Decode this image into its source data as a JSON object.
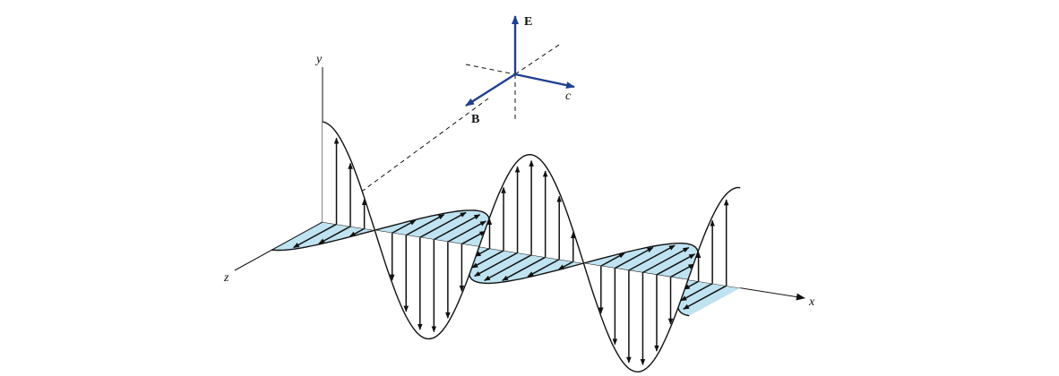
{
  "labels": {
    "y_axis": "y",
    "x_axis": "x",
    "z_axis": "z",
    "electric_field": "E",
    "magnetic_field": "B",
    "propagation": "c"
  },
  "colors": {
    "triad_vectors": "#1f3f8f",
    "magnetic_fill": "#bfe3f1",
    "outline": "#111111"
  },
  "wave": {
    "type": "plane electromagnetic wave",
    "electric_field_direction": "y",
    "magnetic_field_direction": "z",
    "propagation_direction": "x",
    "half_cycles_shown": 4
  }
}
